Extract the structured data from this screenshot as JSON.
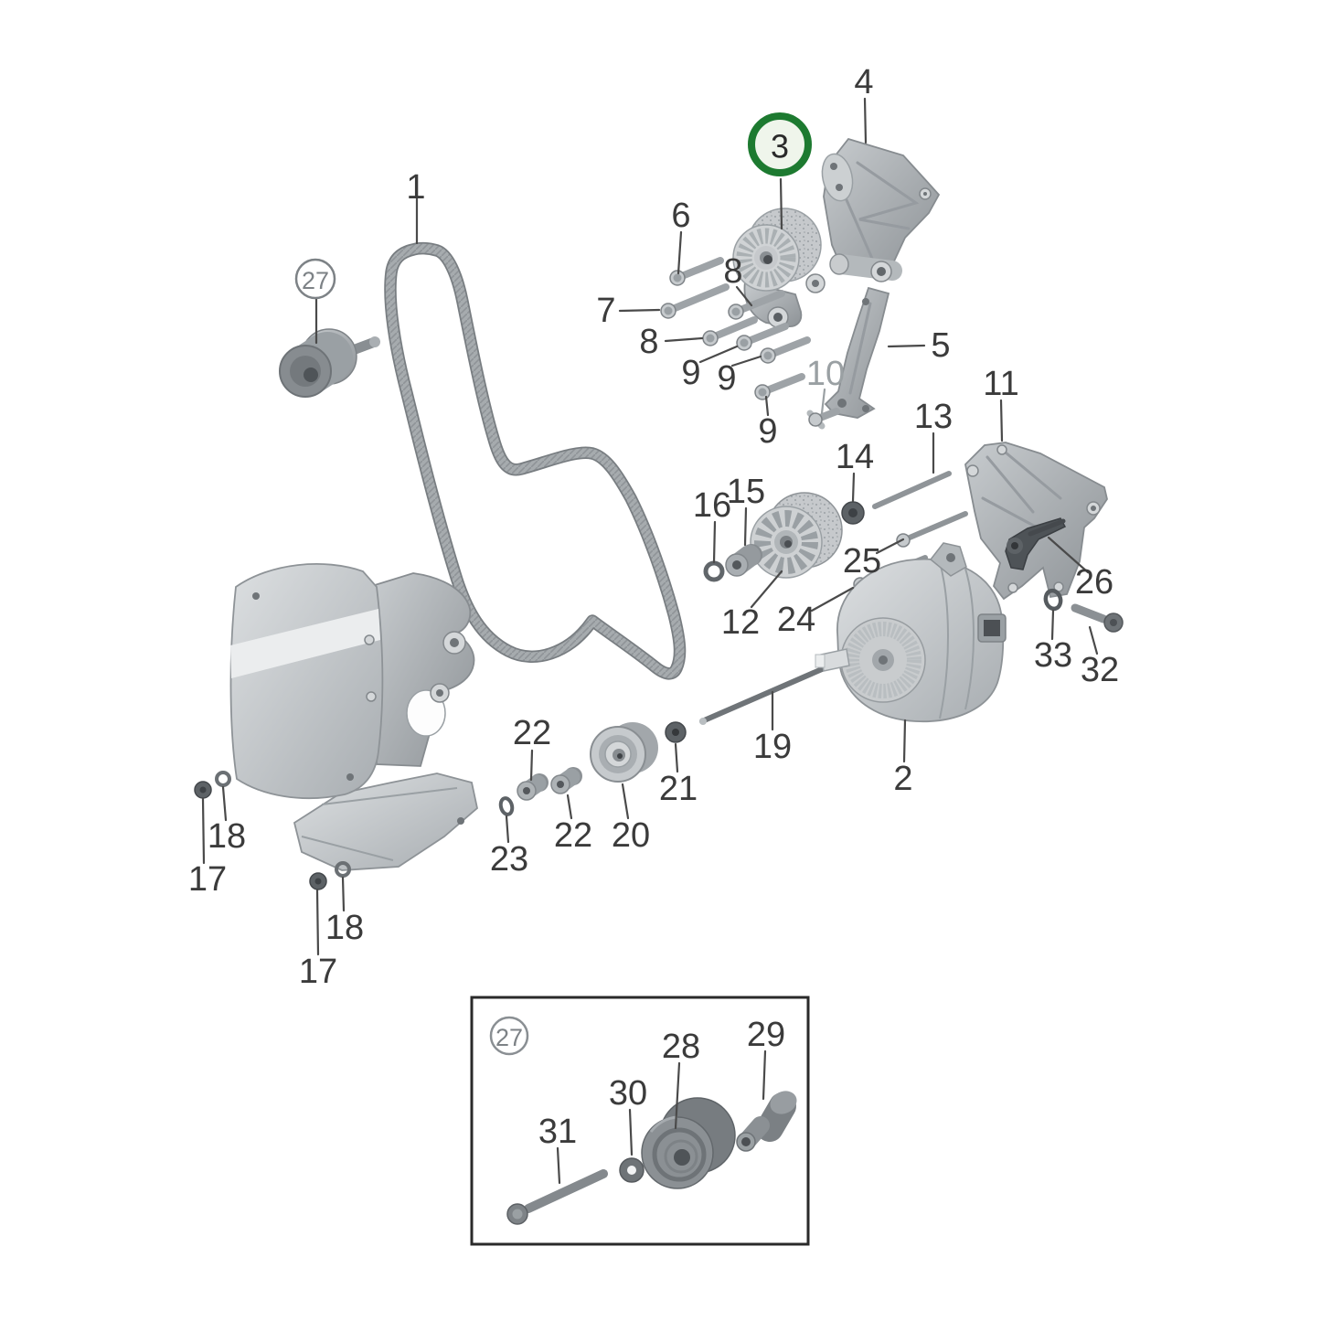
{
  "diagram_type": "exploded-parts-diagram",
  "callouts": [
    {
      "text": "1"
    },
    {
      "text": "2"
    },
    {
      "text": "3"
    },
    {
      "text": "4"
    },
    {
      "text": "5"
    },
    {
      "text": "6"
    },
    {
      "text": "7"
    },
    {
      "text": "8"
    },
    {
      "text": "8"
    },
    {
      "text": "9"
    },
    {
      "text": "9"
    },
    {
      "text": "9"
    },
    {
      "text": "10"
    },
    {
      "text": "11"
    },
    {
      "text": "12"
    },
    {
      "text": "13"
    },
    {
      "text": "14"
    },
    {
      "text": "15"
    },
    {
      "text": "16"
    },
    {
      "text": "17"
    },
    {
      "text": "17"
    },
    {
      "text": "18"
    },
    {
      "text": "18"
    },
    {
      "text": "19"
    },
    {
      "text": "20"
    },
    {
      "text": "21"
    },
    {
      "text": "22"
    },
    {
      "text": "22"
    },
    {
      "text": "23"
    },
    {
      "text": "24"
    },
    {
      "text": "25"
    },
    {
      "text": "26"
    },
    {
      "text": "27"
    },
    {
      "text": "27"
    },
    {
      "text": "28"
    },
    {
      "text": "29"
    },
    {
      "text": "30"
    },
    {
      "text": "31"
    },
    {
      "text": "32"
    },
    {
      "text": "33"
    }
  ],
  "highlight": {
    "label": "3",
    "ring_color": "#1d7a30",
    "fill_color": "#eff5eb"
  },
  "colors": {
    "background": "#ffffff",
    "label_text": "#3b3b3b",
    "muted_label_text": "#9aa0a3",
    "leader_line": "#4a4a4a",
    "part_light": "#d9dcde",
    "part_mid": "#c2c6c9",
    "part_dark": "#5d6266",
    "inset_border": "#2a2a2a"
  }
}
